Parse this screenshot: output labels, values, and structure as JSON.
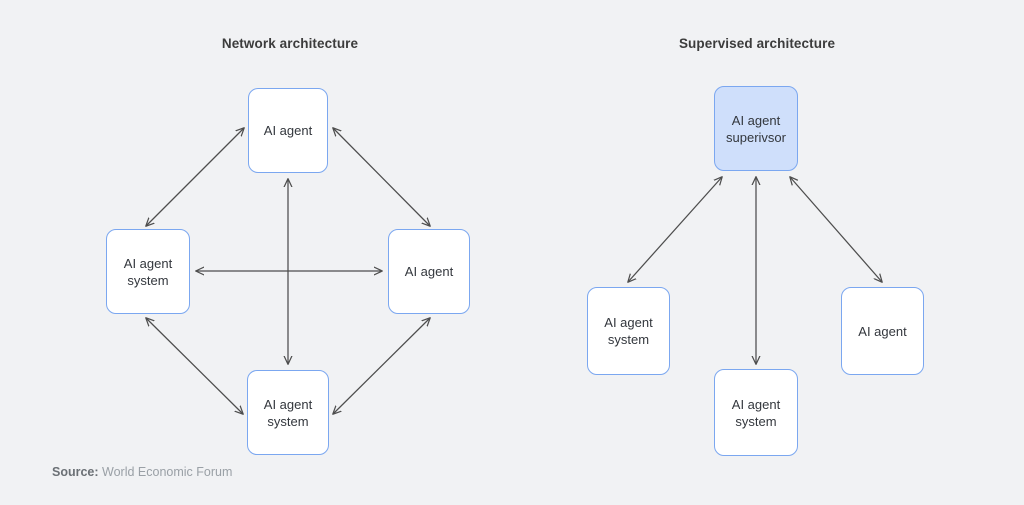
{
  "figure": {
    "background_color": "#f1f2f4",
    "node_border_color": "#7ba7f0",
    "node_fill_color": "#ffffff",
    "node_highlight_fill_color": "#cfdffb",
    "arrow_color": "#4d4d4d"
  },
  "panels": {
    "network": {
      "title": "Network architecture",
      "nodes": {
        "top": "AI agent",
        "left": "AI agent\nsystem",
        "right": "AI agent",
        "bottom": "AI agent\nsystem"
      }
    },
    "supervised": {
      "title": "Supervised architecture",
      "nodes": {
        "supervisor": "AI agent\nsuperivsor",
        "left": "AI agent\nsystem",
        "center": "AI agent\nsystem",
        "right": "AI agent"
      }
    }
  },
  "source": {
    "label": "Source:",
    "value": "World Economic Forum"
  }
}
